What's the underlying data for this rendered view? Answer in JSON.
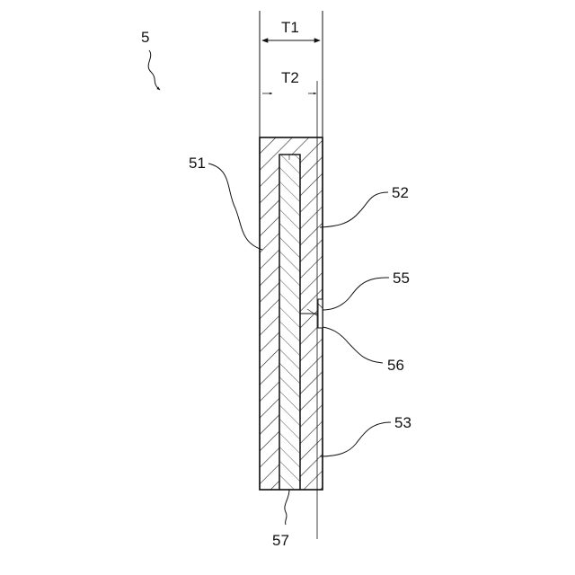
{
  "figure": {
    "ref_main": "5",
    "dimensions": {
      "t1": "T1",
      "t2": "T2"
    },
    "refs": {
      "r51": "51",
      "r52": "52",
      "r53": "53",
      "r55": "55",
      "r56": "56",
      "r57": "57"
    }
  },
  "colors": {
    "line": "#111111",
    "hatch": "#222222",
    "core_hatch": "#555555",
    "background": "#ffffff"
  }
}
